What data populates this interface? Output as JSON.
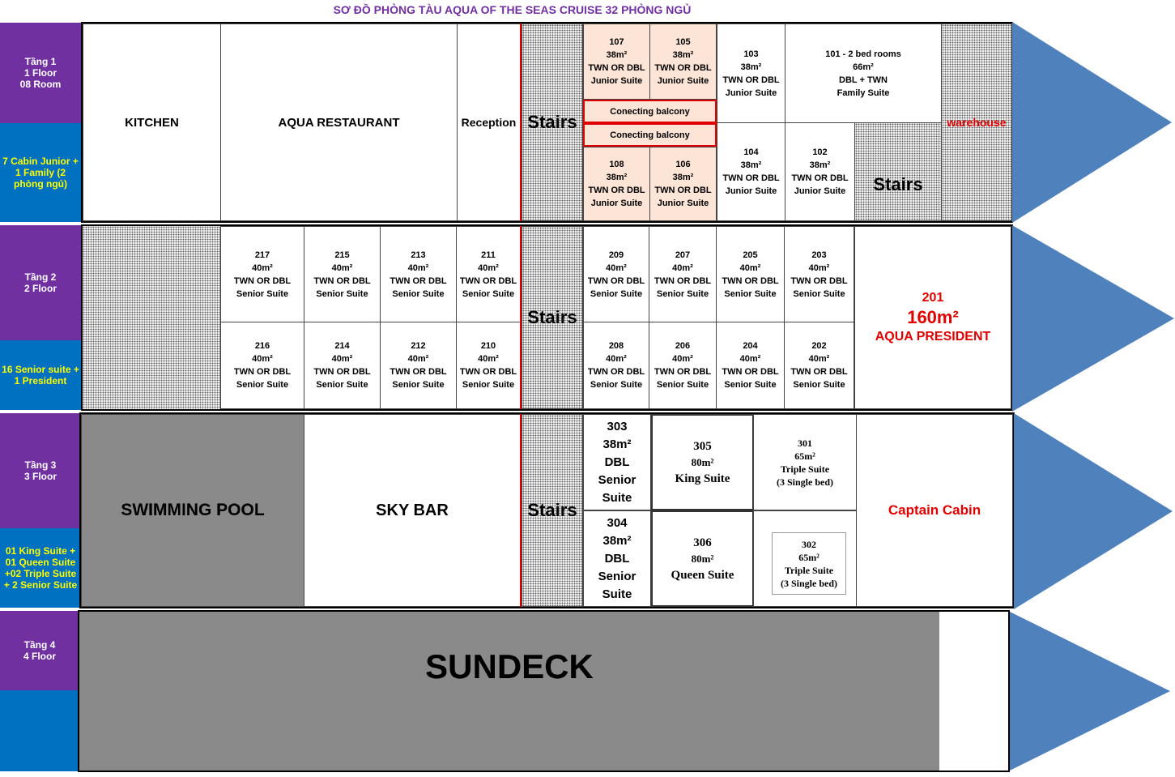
{
  "title": "SƠ ĐỒ PHÒNG TÀU AQUA OF THE SEAS CRUISE 32 PHÒNG NGỦ",
  "colors": {
    "arrow": "#4f81bd",
    "purple": "#7030a0",
    "blue": "#0070c0",
    "yellow": "#ffff00",
    "red": "#e00000",
    "tan": "#fce4d6"
  },
  "floor1": {
    "label": [
      "Tầng 1",
      "1 Floor",
      "08 Room"
    ],
    "summary": "7 Cabin Junior + 1 Family (2 phòng ngủ)",
    "kitchen": "KITCHEN",
    "restaurant": "AQUA RESTAURANT",
    "reception": "Reception",
    "stairs": "Stairs",
    "stairs2": "Stairs",
    "warehouse": "warehouse",
    "balcony1": "Conecting balcony",
    "balcony2": "Conecting balcony",
    "rooms": {
      "r107": [
        "107",
        "38m²",
        "TWN OR DBL",
        "Junior Suite"
      ],
      "r105": [
        "105",
        "38m²",
        "TWN OR DBL",
        "Junior Suite"
      ],
      "r103": [
        "103",
        "38m²",
        "TWN OR DBL",
        "Junior Suite"
      ],
      "r101": [
        "101 - 2 bed rooms",
        "66m²",
        "DBL + TWN",
        "Family Suite"
      ],
      "r108": [
        "108",
        "38m²",
        "TWN OR DBL",
        "Junior Suite"
      ],
      "r106": [
        "106",
        "38m²",
        "TWN OR DBL",
        "Junior Suite"
      ],
      "r104": [
        "104",
        "38m²",
        "TWN OR DBL",
        "Junior Suite"
      ],
      "r102": [
        "102",
        "38m²",
        "TWN OR DBL",
        "Junior Suite"
      ]
    }
  },
  "floor2": {
    "label": [
      "Tầng 2",
      "2 Floor"
    ],
    "summary": "16 Senior suite + 1 President",
    "stairs": "Stairs",
    "top": [
      [
        "217",
        "40m²",
        "TWN OR DBL",
        "Senior Suite"
      ],
      [
        "215",
        "40m²",
        "TWN OR DBL",
        "Senior Suite"
      ],
      [
        "213",
        "40m²",
        "TWN OR DBL",
        "Senior Suite"
      ],
      [
        "211",
        "40m²",
        "TWN OR DBL",
        "Senior Suite"
      ],
      [
        "209",
        "40m²",
        "TWN OR DBL",
        "Senior Suite"
      ],
      [
        "207",
        "40m²",
        "TWN OR DBL",
        "Senior Suite"
      ],
      [
        "205",
        "40m²",
        "TWN OR DBL",
        "Senior Suite"
      ],
      [
        "203",
        "40m²",
        "TWN OR DBL",
        "Senior Suite"
      ]
    ],
    "bottom": [
      [
        "216",
        "40m²",
        "TWN OR DBL",
        "Senior Suite"
      ],
      [
        "214",
        "40m²",
        "TWN OR DBL",
        "Senior Suite"
      ],
      [
        "212",
        "40m²",
        "TWN OR DBL",
        "Senior Suite"
      ],
      [
        "210",
        "40m²",
        "TWN OR DBL",
        "Senior Suite"
      ],
      [
        "208",
        "40m²",
        "TWN OR DBL",
        "Senior Suite"
      ],
      [
        "206",
        "40m²",
        "TWN OR DBL",
        "Senior Suite"
      ],
      [
        "204",
        "40m²",
        "TWN OR DBL",
        "Senior Suite"
      ],
      [
        "202",
        "40m²",
        "TWN OR DBL",
        "Senior Suite"
      ]
    ],
    "president": {
      "number": "201",
      "area": "160m²",
      "name": "AQUA PRESIDENT"
    }
  },
  "floor3": {
    "label": [
      "Tầng 3",
      "3 Floor"
    ],
    "summary": "01 King Suite + 01 Queen Suite +02 Triple Suite + 2 Senior Suite",
    "pool": "SWIMMING POOL",
    "skybar": "SKY BAR",
    "stairs": "Stairs",
    "r303": [
      "303",
      "38m²",
      "DBL",
      "Senior",
      "Suite"
    ],
    "r304": [
      "304",
      "38m²",
      "DBL",
      "Senior",
      "Suite"
    ],
    "r305": [
      "305",
      "80m²",
      "King Suite"
    ],
    "r306": [
      "306",
      "80m²",
      "Queen Suite"
    ],
    "r301": [
      "301",
      "65m²",
      "Triple Suite",
      "(3 Single bed)"
    ],
    "r302": [
      "302",
      "65m²",
      "Triple Suite",
      "(3 Single bed)"
    ],
    "captain": "Captain Cabin"
  },
  "floor4": {
    "label": [
      "Tầng 4",
      "4 Floor"
    ],
    "sundeck": "SUNDECK"
  }
}
